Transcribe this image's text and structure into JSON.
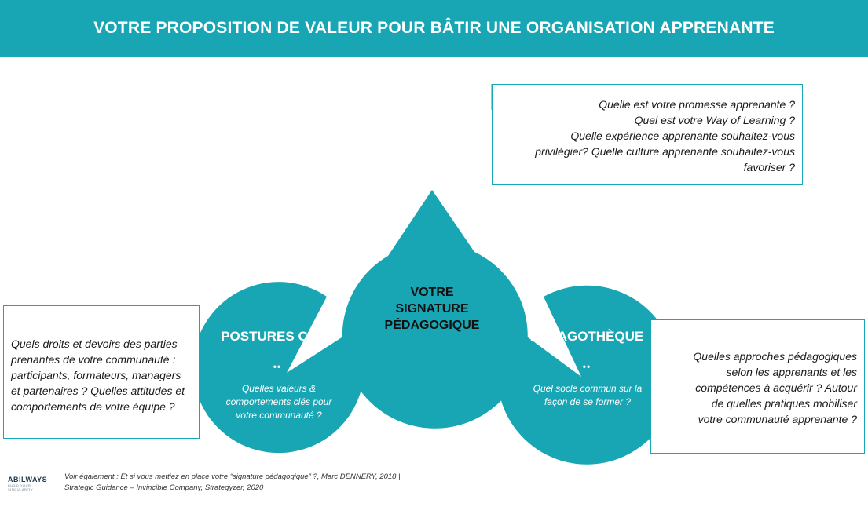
{
  "header": {
    "title": "VOTRE PROPOSITION DE VALEUR POUR BÂTIR UNE ORGANISATION APPRENANTE"
  },
  "colors": {
    "accent": "#18a6b5",
    "text": "#1a1a1a"
  },
  "center": {
    "lines": [
      "VOTRE",
      "SIGNATURE",
      "PÉDAGOGIQUE"
    ]
  },
  "nodes": {
    "vision": {
      "title": "VISION",
      "dots": "••",
      "question": "Quelle est votre promesse apprenante ?",
      "box_lines": [
        "Quelle est votre promesse apprenante ?",
        "Quel est votre Way of Learning ?",
        "Quelle expérience apprenante souhaitez-vous",
        "privilégier? Quelle culture apprenante souhaitez-vous",
        "favoriser ?"
      ]
    },
    "postures": {
      "title": "POSTURES CLES",
      "dots": "••",
      "question": "Quelles valeurs & comportements clés pour votre communauté ?",
      "box_lines": [
        "Quels droits et devoirs des parties",
        "prenantes de votre communauté :",
        "participants, formateurs, managers",
        "et partenaires ? Quelles attitudes et",
        "comportements de votre équipe ?"
      ]
    },
    "pedagotheque": {
      "title": "PÉDAGOTHÈQUE",
      "dots": "••",
      "question": "Quel socle commun sur la façon de se former ?",
      "box_lines": [
        "Quelles approches pédagogiques",
        "selon les apprenants et les",
        "compétences à acquérir ? Autour",
        "de quelles pratiques mobiliser",
        "votre communauté apprenante ?"
      ]
    }
  },
  "footer": {
    "logo_name": "ABILWAYS",
    "logo_tagline": "BUILD YOUR SINGULARITY",
    "references": [
      "Voir également : Et si vous mettiez en place votre “signature pédagogique” ?, Marc DENNERY, 2018 |",
      "Strategic Guidance – Invincible Company, Strategyzer, 2020"
    ]
  }
}
